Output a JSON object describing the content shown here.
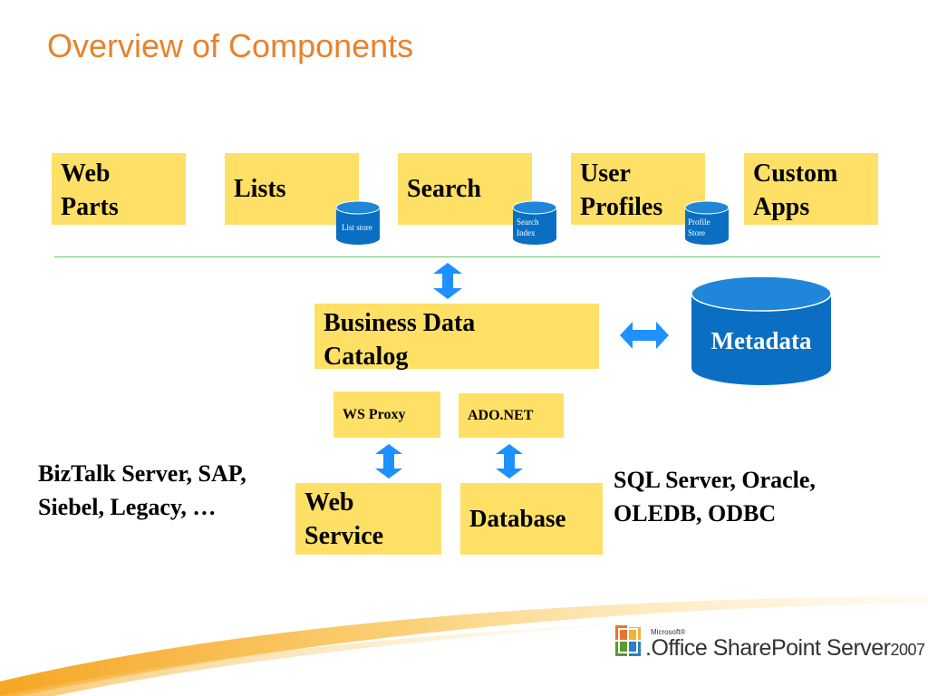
{
  "title": "Overview of Components",
  "top_row": [
    {
      "line1": "Web",
      "line2": "Parts"
    },
    {
      "line1": "Lists",
      "line2": ""
    },
    {
      "line1": "Search",
      "line2": ""
    },
    {
      "line1": "User",
      "line2": "Profiles"
    },
    {
      "line1": "Custom",
      "line2": "Apps"
    }
  ],
  "stores": [
    {
      "line1": "List store",
      "line2": ""
    },
    {
      "line1": "Search",
      "line2": "Index"
    },
    {
      "line1": "Profile",
      "line2": "Store"
    }
  ],
  "bdc": {
    "line1": "Business Data",
    "line2": "Catalog"
  },
  "metadata": "Metadata",
  "ws_proxy": "WS Proxy",
  "ado_net": "ADO.NET",
  "web_service": {
    "line1": "Web",
    "line2": "Service"
  },
  "database": "Database",
  "left_sources": {
    "line1": "BizTalk Server, SAP,",
    "line2": "Siebel, Legacy, …"
  },
  "right_sources": {
    "line1": "SQL Server, Oracle,",
    "line2": "OLEDB, ODBC"
  },
  "logo": {
    "microsoft": "Microsoft®",
    "product": ".Office SharePoint Server",
    "year": "2007"
  },
  "colors": {
    "title": "#E8822E",
    "box": "#FFE066",
    "cylinder": "#0A6FC2",
    "arrow": "#1E90FF",
    "divider": "#66CC66"
  }
}
